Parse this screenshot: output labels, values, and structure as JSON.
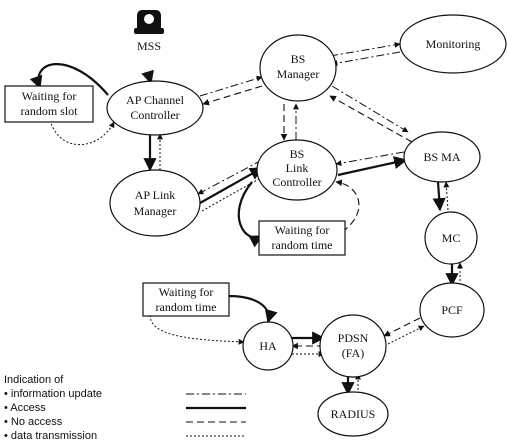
{
  "mss": {
    "label": "MSS"
  },
  "nodes": {
    "monitoring": {
      "label": "Monitoring"
    },
    "bs_manager": {
      "line1": "BS",
      "line2": "Manager"
    },
    "ap_channel_controller": {
      "line1": "AP Channel",
      "line2": "Controller"
    },
    "ap_link_manager": {
      "line1": "AP Link",
      "line2": "Manager"
    },
    "bs_link_controller": {
      "line1": "BS",
      "line2": "Link",
      "line3": "Controller"
    },
    "bs_ma": {
      "label": "BS MA"
    },
    "mc": {
      "label": "MC"
    },
    "pcf": {
      "label": "PCF"
    },
    "pdsn": {
      "line1": "PDSN",
      "line2": "(FA)"
    },
    "ha": {
      "label": "HA"
    },
    "radius": {
      "label": "RADIUS"
    }
  },
  "boxes": {
    "waiting_random_slot": {
      "line1": "Waiting for",
      "line2": "random slot"
    },
    "waiting_random_time_bs": {
      "line1": "Waiting for",
      "line2": "random time"
    },
    "waiting_random_time_ha": {
      "line1": "Waiting for",
      "line2": "random time"
    }
  },
  "legend": {
    "title": "Indication of",
    "items": [
      {
        "label": "• information update",
        "style": "info"
      },
      {
        "label": "• Access",
        "style": "access"
      },
      {
        "label": "• No access",
        "style": "no-access"
      },
      {
        "label": "• data transmission",
        "style": "data"
      }
    ]
  }
}
